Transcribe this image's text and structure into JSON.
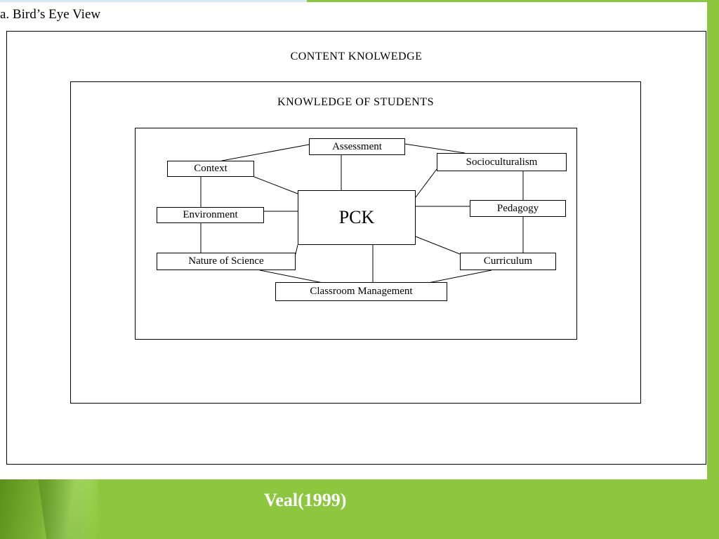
{
  "slide": {
    "heading": "a. Bird’s Eye View",
    "caption": "Veal(1999)"
  },
  "diagram": {
    "outer_label": "CONTENT KNOLWEDGE",
    "middle_label": "KNOWLEDGE OF STUDENTS",
    "center": "PCK",
    "nodes": {
      "assessment": "Assessment",
      "context": "Context",
      "socioculturalism": "Socioculturalism",
      "environment": "Environment",
      "pedagogy": "Pedagogy",
      "nature_of_science": "Nature of Science",
      "curriculum": "Curriculum",
      "classroom_management": "Classroom Management"
    }
  }
}
